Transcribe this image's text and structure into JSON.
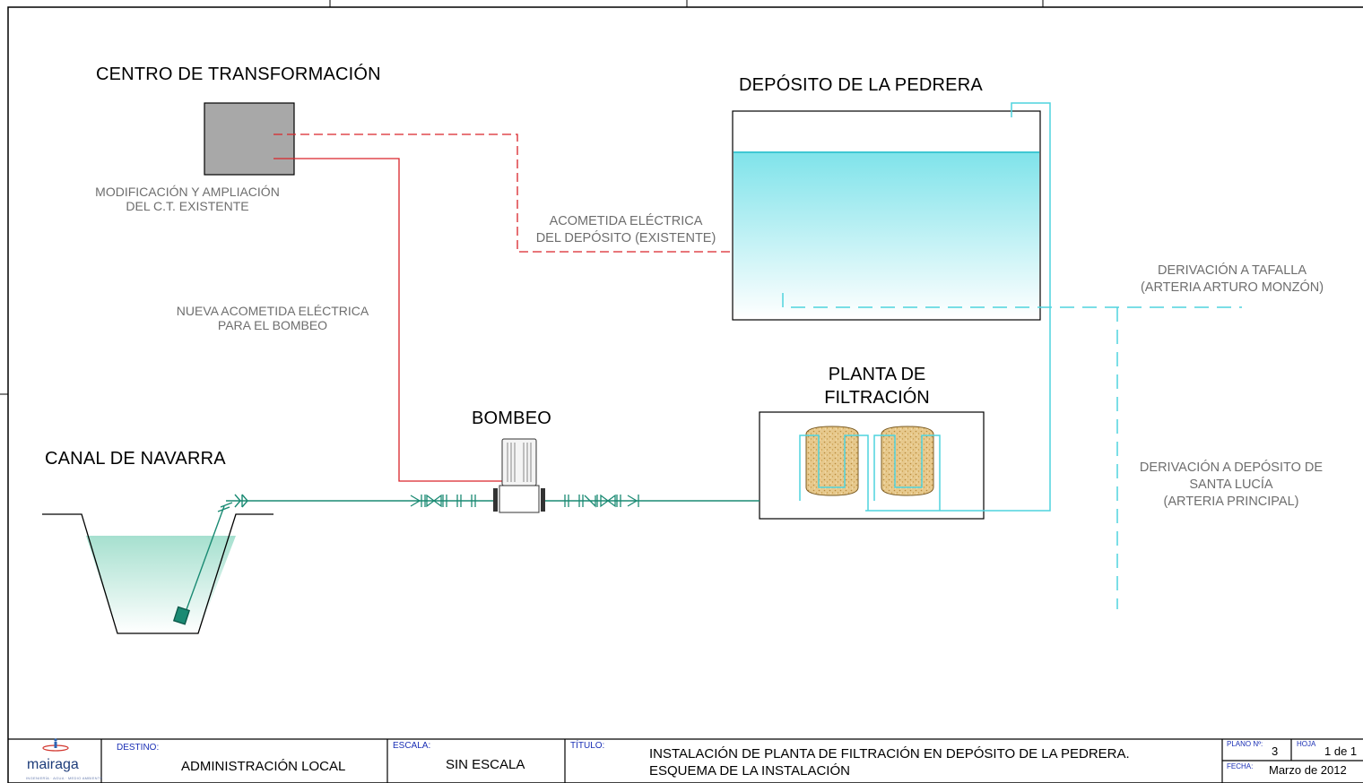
{
  "drawing": {
    "centro_title": "CENTRO DE TRANSFORMACIÓN",
    "centro_note": [
      "MODIFICACIÓN Y AMPLIACIÓN",
      "DEL C.T. EXISTENTE"
    ],
    "deposito_title": "DEPÓSITO DE LA PEDRERA",
    "acometida_existente": [
      "ACOMETIDA ELÉCTRICA",
      "DEL DEPÓSITO (EXISTENTE)"
    ],
    "nueva_acometida": [
      "NUEVA ACOMETIDA ELÉCTRICA",
      "PARA EL BOMBEO"
    ],
    "derivacion_tafalla": [
      "DERIVACIÓN A TAFALLA",
      "(ARTERIA ARTURO MONZÓN)"
    ],
    "planta_title": [
      "PLANTA DE",
      "FILTRACIÓN"
    ],
    "bombeo_title": "BOMBEO",
    "canal_title": "CANAL DE NAVARRA",
    "derivacion_santa_lucia": [
      "DERIVACIÓN A DEPÓSITO DE",
      "SANTA LUCÍA",
      "(ARTERIA PRINCIPAL)"
    ]
  },
  "title_block": {
    "logo": "mairaga",
    "logo_tagline": "INGENIERÍA · AGUA · MEDIO AMBIENTE",
    "destino_label": "DESTINO:",
    "destino_value": "ADMINISTRACIÓN LOCAL",
    "escala_label": "ESCALA:",
    "escala_value": "SIN ESCALA",
    "titulo_label": "TÍTULO:",
    "titulo_lines": [
      "INSTALACIÓN DE PLANTA DE FILTRACIÓN EN DEPÓSITO DE LA PEDRERA.",
      "ESQUEMA DE LA INSTALACIÓN"
    ],
    "plano_label": "PLANO Nº:",
    "plano_value": "3",
    "hoja_label": "HOJA",
    "hoja_value": "1 de 1",
    "fecha_label": "FECHA:",
    "fecha_value": "Marzo de 2012"
  },
  "colors": {
    "water_line": "#1a8a73",
    "cyan_line": "#4fd3dd",
    "electric_line": "#d9242a",
    "transformer_fill": "#a8a8a8",
    "canal_water": "#bfe6d8"
  }
}
